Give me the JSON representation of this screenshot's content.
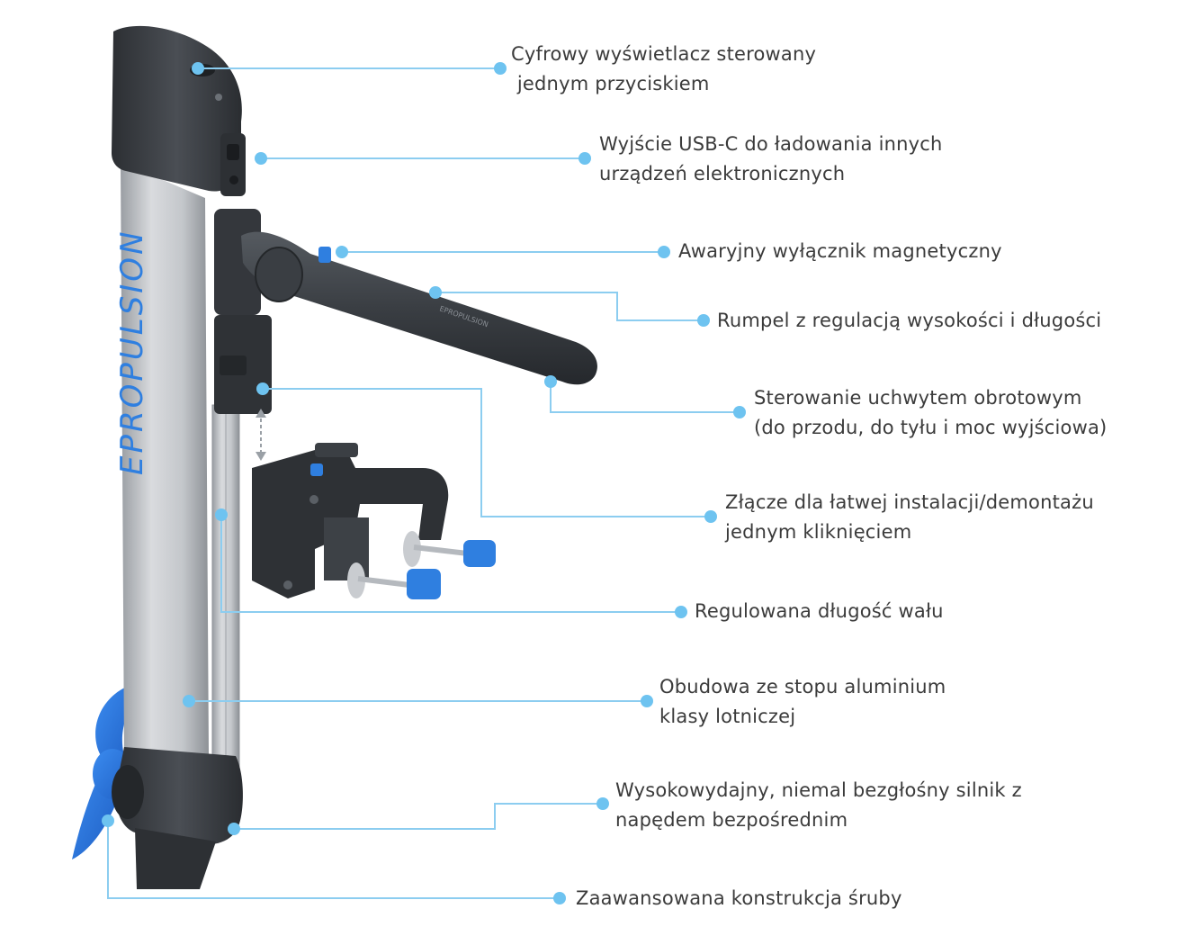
{
  "colors": {
    "accent": "#6ec3f0",
    "leader": "#8ccdf0",
    "text": "#3b3b3b",
    "brand_blue": "#2f7fe0",
    "body_dark": "#3a3d42",
    "shaft_silver": "#bfc2c6"
  },
  "product": {
    "brand_mark": "EPROPULSION",
    "tiller_mark": "EPROPULSION"
  },
  "callouts": [
    {
      "id": "display",
      "lines": [
        "Cyfrowy wyświetlacz sterowany",
        " jednym przyciskiem"
      ]
    },
    {
      "id": "usb",
      "lines": [
        "Wyjście USB-C do ładowania innych",
        "urządzeń elektronicznych"
      ]
    },
    {
      "id": "kill-switch",
      "lines": [
        "Awaryjny wyłącznik magnetyczny"
      ]
    },
    {
      "id": "tiller",
      "lines": [
        "Rumpel z regulacją wysokości i długości"
      ]
    },
    {
      "id": "twist-grip",
      "lines": [
        "Sterowanie uchwytem obrotowym",
        "(do przodu, do tyłu i moc wyjściowa)"
      ]
    },
    {
      "id": "connector",
      "lines": [
        "Złącze dla łatwej instalacji/demontażu",
        "jednym kliknięciem"
      ]
    },
    {
      "id": "shaft",
      "lines": [
        "Regulowana długość wału"
      ]
    },
    {
      "id": "housing",
      "lines": [
        "Obudowa ze stopu aluminium",
        "klasy lotniczej"
      ]
    },
    {
      "id": "motor",
      "lines": [
        "Wysokowydajny, niemal bezgłośny silnik z",
        "napędem bezpośrednim"
      ]
    },
    {
      "id": "propeller",
      "lines": [
        "Zaawansowana konstrukcja śruby"
      ]
    }
  ]
}
